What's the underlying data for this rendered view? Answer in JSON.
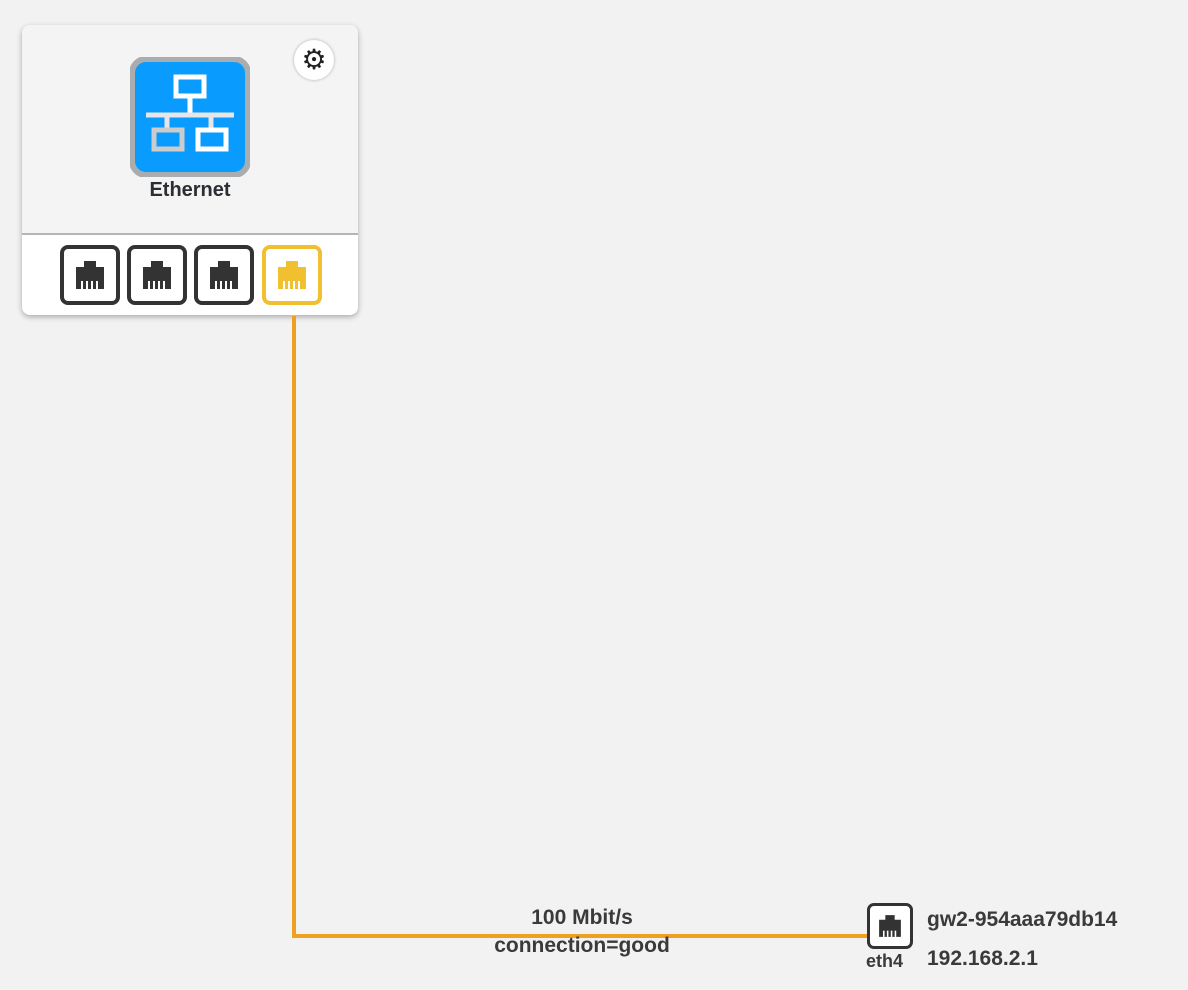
{
  "card": {
    "title": "Ethernet",
    "icon": "ethernet-network-icon",
    "settings_icon": "gear-icon",
    "ports": [
      {
        "status": "inactive",
        "color": "#333333"
      },
      {
        "status": "inactive",
        "color": "#333333"
      },
      {
        "status": "inactive",
        "color": "#333333"
      },
      {
        "status": "active",
        "color": "#f0c030"
      }
    ]
  },
  "link": {
    "speed": "100 Mbit/s",
    "quality": "connection=good",
    "color": "#f0a020"
  },
  "node": {
    "name": "gw2-954aaa79db14",
    "ip": "192.168.2.1",
    "interface": "eth4"
  }
}
